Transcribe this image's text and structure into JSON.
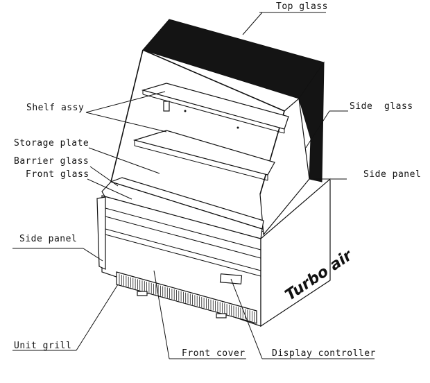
{
  "labels": {
    "top_glass": "Top glass",
    "shelf_assy": "Shelf assy",
    "side_glass": "Side  glass",
    "storage_plate": "Storage plate",
    "barrier_glass": "Barrier glass",
    "front_glass": "Front glass",
    "side_panel_right": "Side panel",
    "side_panel_left": "Side panel",
    "unit_grill": "Unit grill",
    "front_cover": "Front cover",
    "display_controller": "Display controller"
  },
  "logo_text": "Turbo air"
}
